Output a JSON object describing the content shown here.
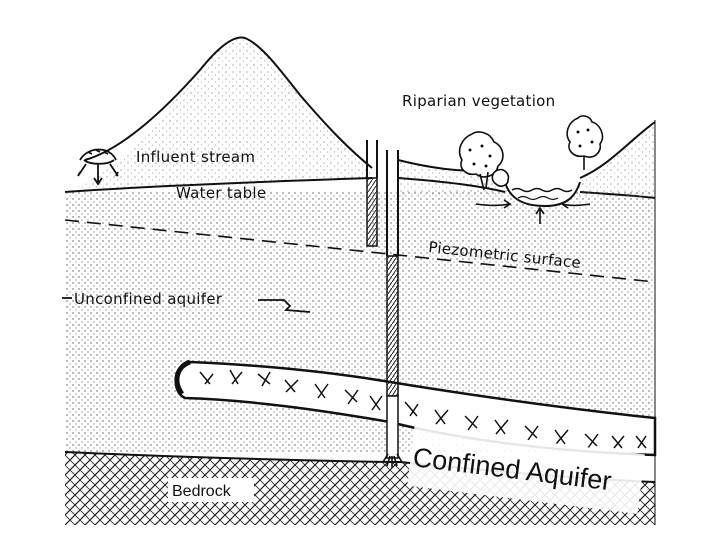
{
  "diagram": {
    "labels": {
      "riparian": "Riparian vegetation",
      "influent": "Influent stream",
      "water_table": "Water table",
      "piezometric": "Piezometric surface",
      "unconfined": "Unconfined aquifer",
      "confined": "Confined Aquifer",
      "bedrock": "Bedrock"
    }
  }
}
